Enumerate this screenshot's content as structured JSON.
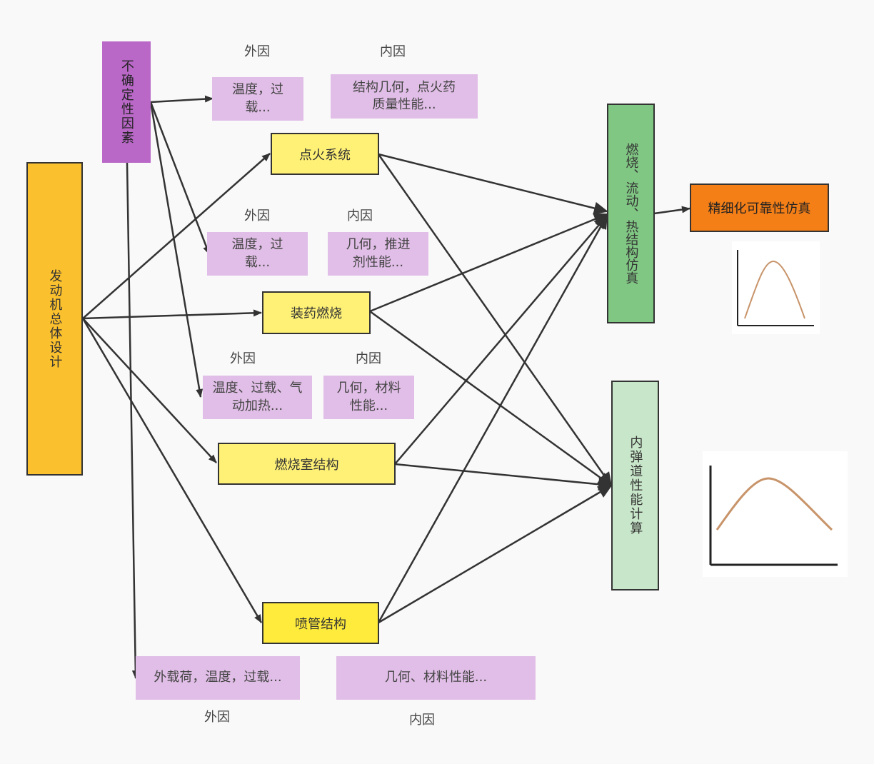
{
  "nodes": {
    "engine_design": "发动机总体设计",
    "uncertainty": "不确定性因素",
    "ignition": "点火系统",
    "propellant": "装药燃烧",
    "chamber": "燃烧室结构",
    "nozzle": "喷管结构",
    "combustion_sim": "燃烧、流动、热结构仿真",
    "ballistic_calc": "内弹道性能计算",
    "reliability_sim": "精细化可靠性仿真"
  },
  "factors": {
    "ext_label": "外因",
    "int_label": "内因",
    "ignition_ext": "温度，过载...",
    "ignition_int": "结构几何，点火药质量性能...",
    "propellant_ext": "温度，过载...",
    "propellant_int": "几何，推进剂性能...",
    "chamber_ext": "温度、过载、气动加热...",
    "chamber_int": "几何，材料性能...",
    "nozzle_ext": "外载荷，温度，过载...",
    "nozzle_int": "几何、材料性能..."
  },
  "colors": {
    "engine": "#fbc02d",
    "uncertainty": "#ba68c8",
    "component": "#fff176",
    "nozzle": "#ffeb3b",
    "factor": "#e1bee7",
    "sim": "#81c784",
    "calc": "#c8e6c9",
    "reliability": "#f57f17",
    "curve": "#c8946a"
  }
}
